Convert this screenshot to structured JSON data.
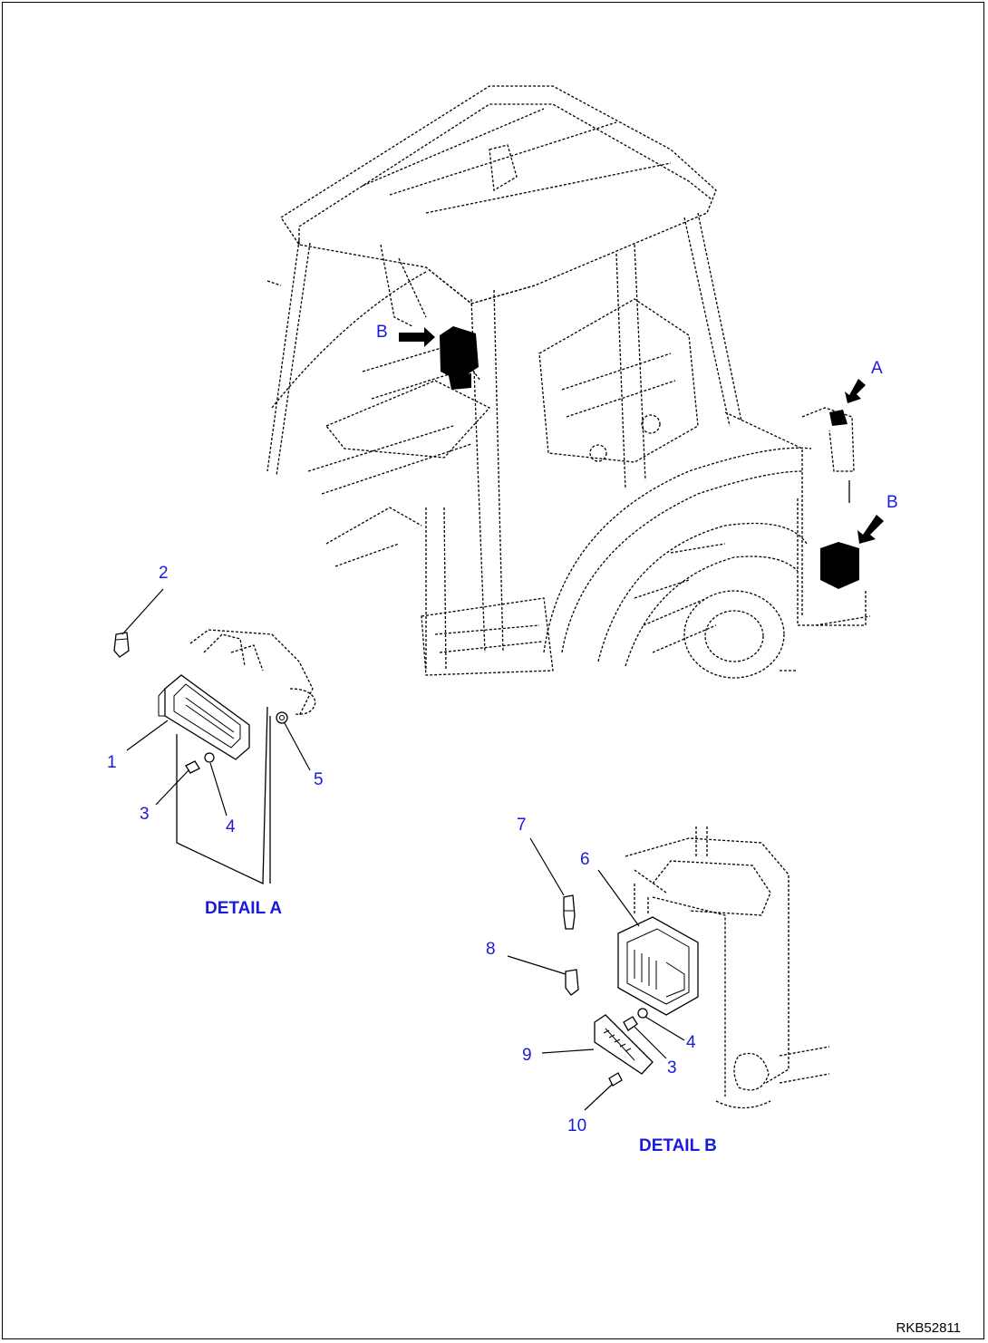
{
  "callouts": {
    "view_a": "A",
    "view_b_cab": "B",
    "view_b_side": "B",
    "p1": "1",
    "p2": "2",
    "p3a": "3",
    "p4a": "4",
    "p5": "5",
    "p6": "6",
    "p7": "7",
    "p8": "8",
    "p9": "9",
    "p4b": "4",
    "p3b": "3",
    "p10": "10"
  },
  "details": {
    "a": "DETAIL A",
    "b": "DETAIL B"
  },
  "drawing_id": "RKB52811"
}
